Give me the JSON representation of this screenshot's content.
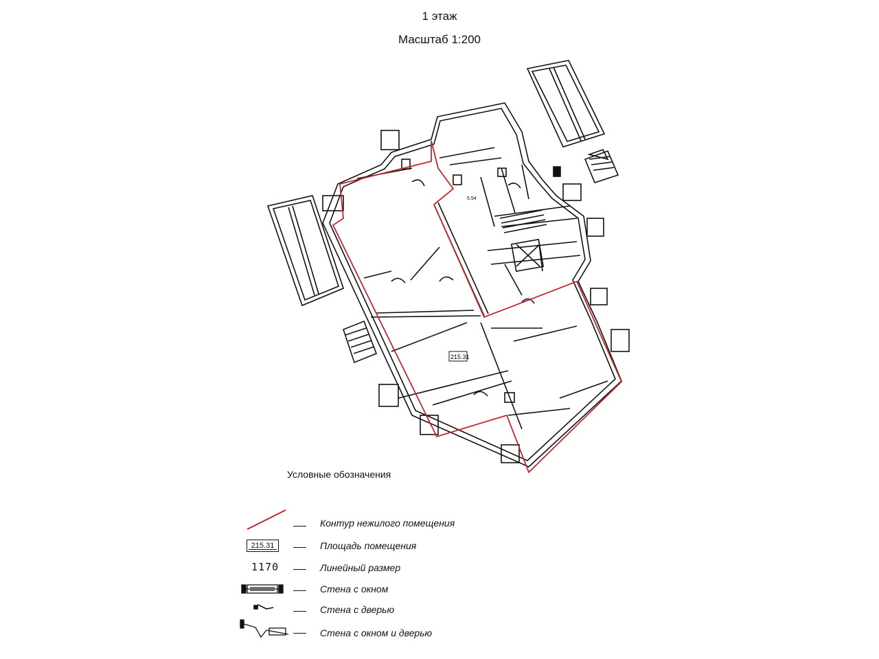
{
  "title": "1 этаж",
  "scale": "Масштаб 1:200",
  "plan": {
    "room_area_label": "215.31",
    "small_area_label": "5.54",
    "outline_color": "#c0282d"
  },
  "legend": {
    "heading": "Условные обозначения",
    "items": [
      {
        "label": "Контур нежилого помещения",
        "symbol": "red-outline-line"
      },
      {
        "label": "Площадь помещения",
        "symbol": "area-box",
        "sample": "215.31"
      },
      {
        "label": "Линейный размер",
        "symbol": "dimension-text",
        "sample": "1170"
      },
      {
        "label": "Стена с окном",
        "symbol": "wall-window-icon"
      },
      {
        "label": "Стена с дверью",
        "symbol": "wall-door-icon"
      },
      {
        "label": "Стена с окном и дверью",
        "symbol": "wall-window-door-icon"
      }
    ]
  }
}
